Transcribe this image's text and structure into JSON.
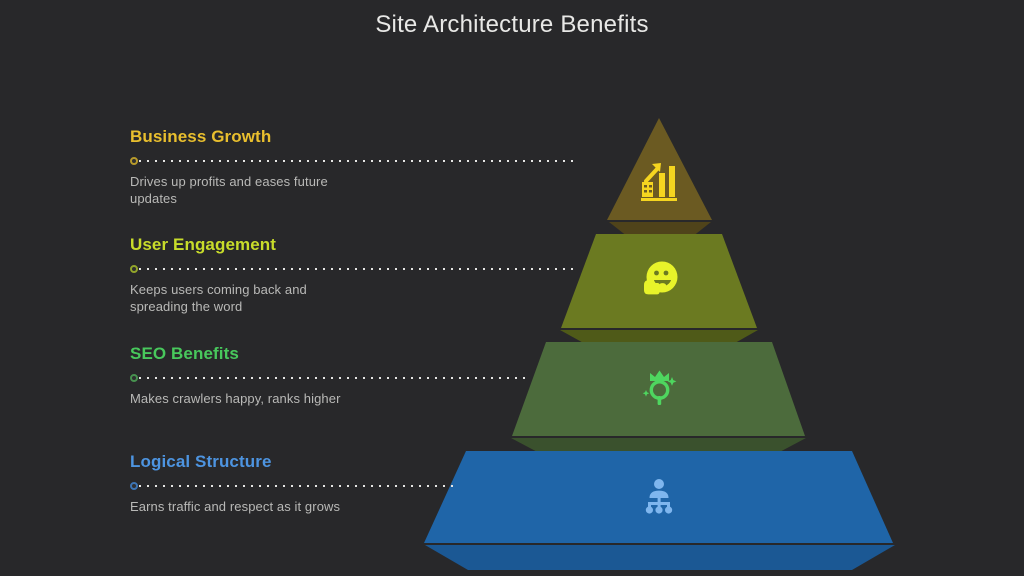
{
  "header": {
    "title": "Site Architecture Benefits"
  },
  "theme": {
    "background": "#28282a",
    "title_color": "#e8e8e6",
    "dash_color": "#e6e6e4",
    "description_color": "#b9b9b7"
  },
  "levels": [
    {
      "title": "Business Growth",
      "description": "Drives up profits and eases future updates",
      "title_color": "#e9bf2e",
      "band_color": "#6b5a22",
      "band_shadow_color": "#4f431a",
      "icon_color": "#f5d520",
      "icon_name": "bar-chart-growth-icon"
    },
    {
      "title": "User Engagement",
      "description": "Keeps users coming back and spreading the word",
      "title_color": "#c8dc2a",
      "band_color": "#6b7a21",
      "band_shadow_color": "#4f5a18",
      "icon_color": "#e8f32a",
      "icon_name": "smiley-thumbs-up-icon"
    },
    {
      "title": "SEO Benefits",
      "description": "Makes crawlers happy, ranks higher",
      "title_color": "#48c85c",
      "band_color": "#4c6b3c",
      "band_shadow_color": "#3a512d",
      "icon_color": "#4ed65f",
      "icon_name": "crown-magnifier-icon"
    },
    {
      "title": "Logical Structure",
      "description": "Earns traffic and respect as it grows",
      "title_color": "#4d94e0",
      "band_color": "#1f65a8",
      "band_shadow_color": "#1b5894",
      "icon_color": "#7fb6ee",
      "icon_name": "org-hierarchy-icon"
    }
  ]
}
